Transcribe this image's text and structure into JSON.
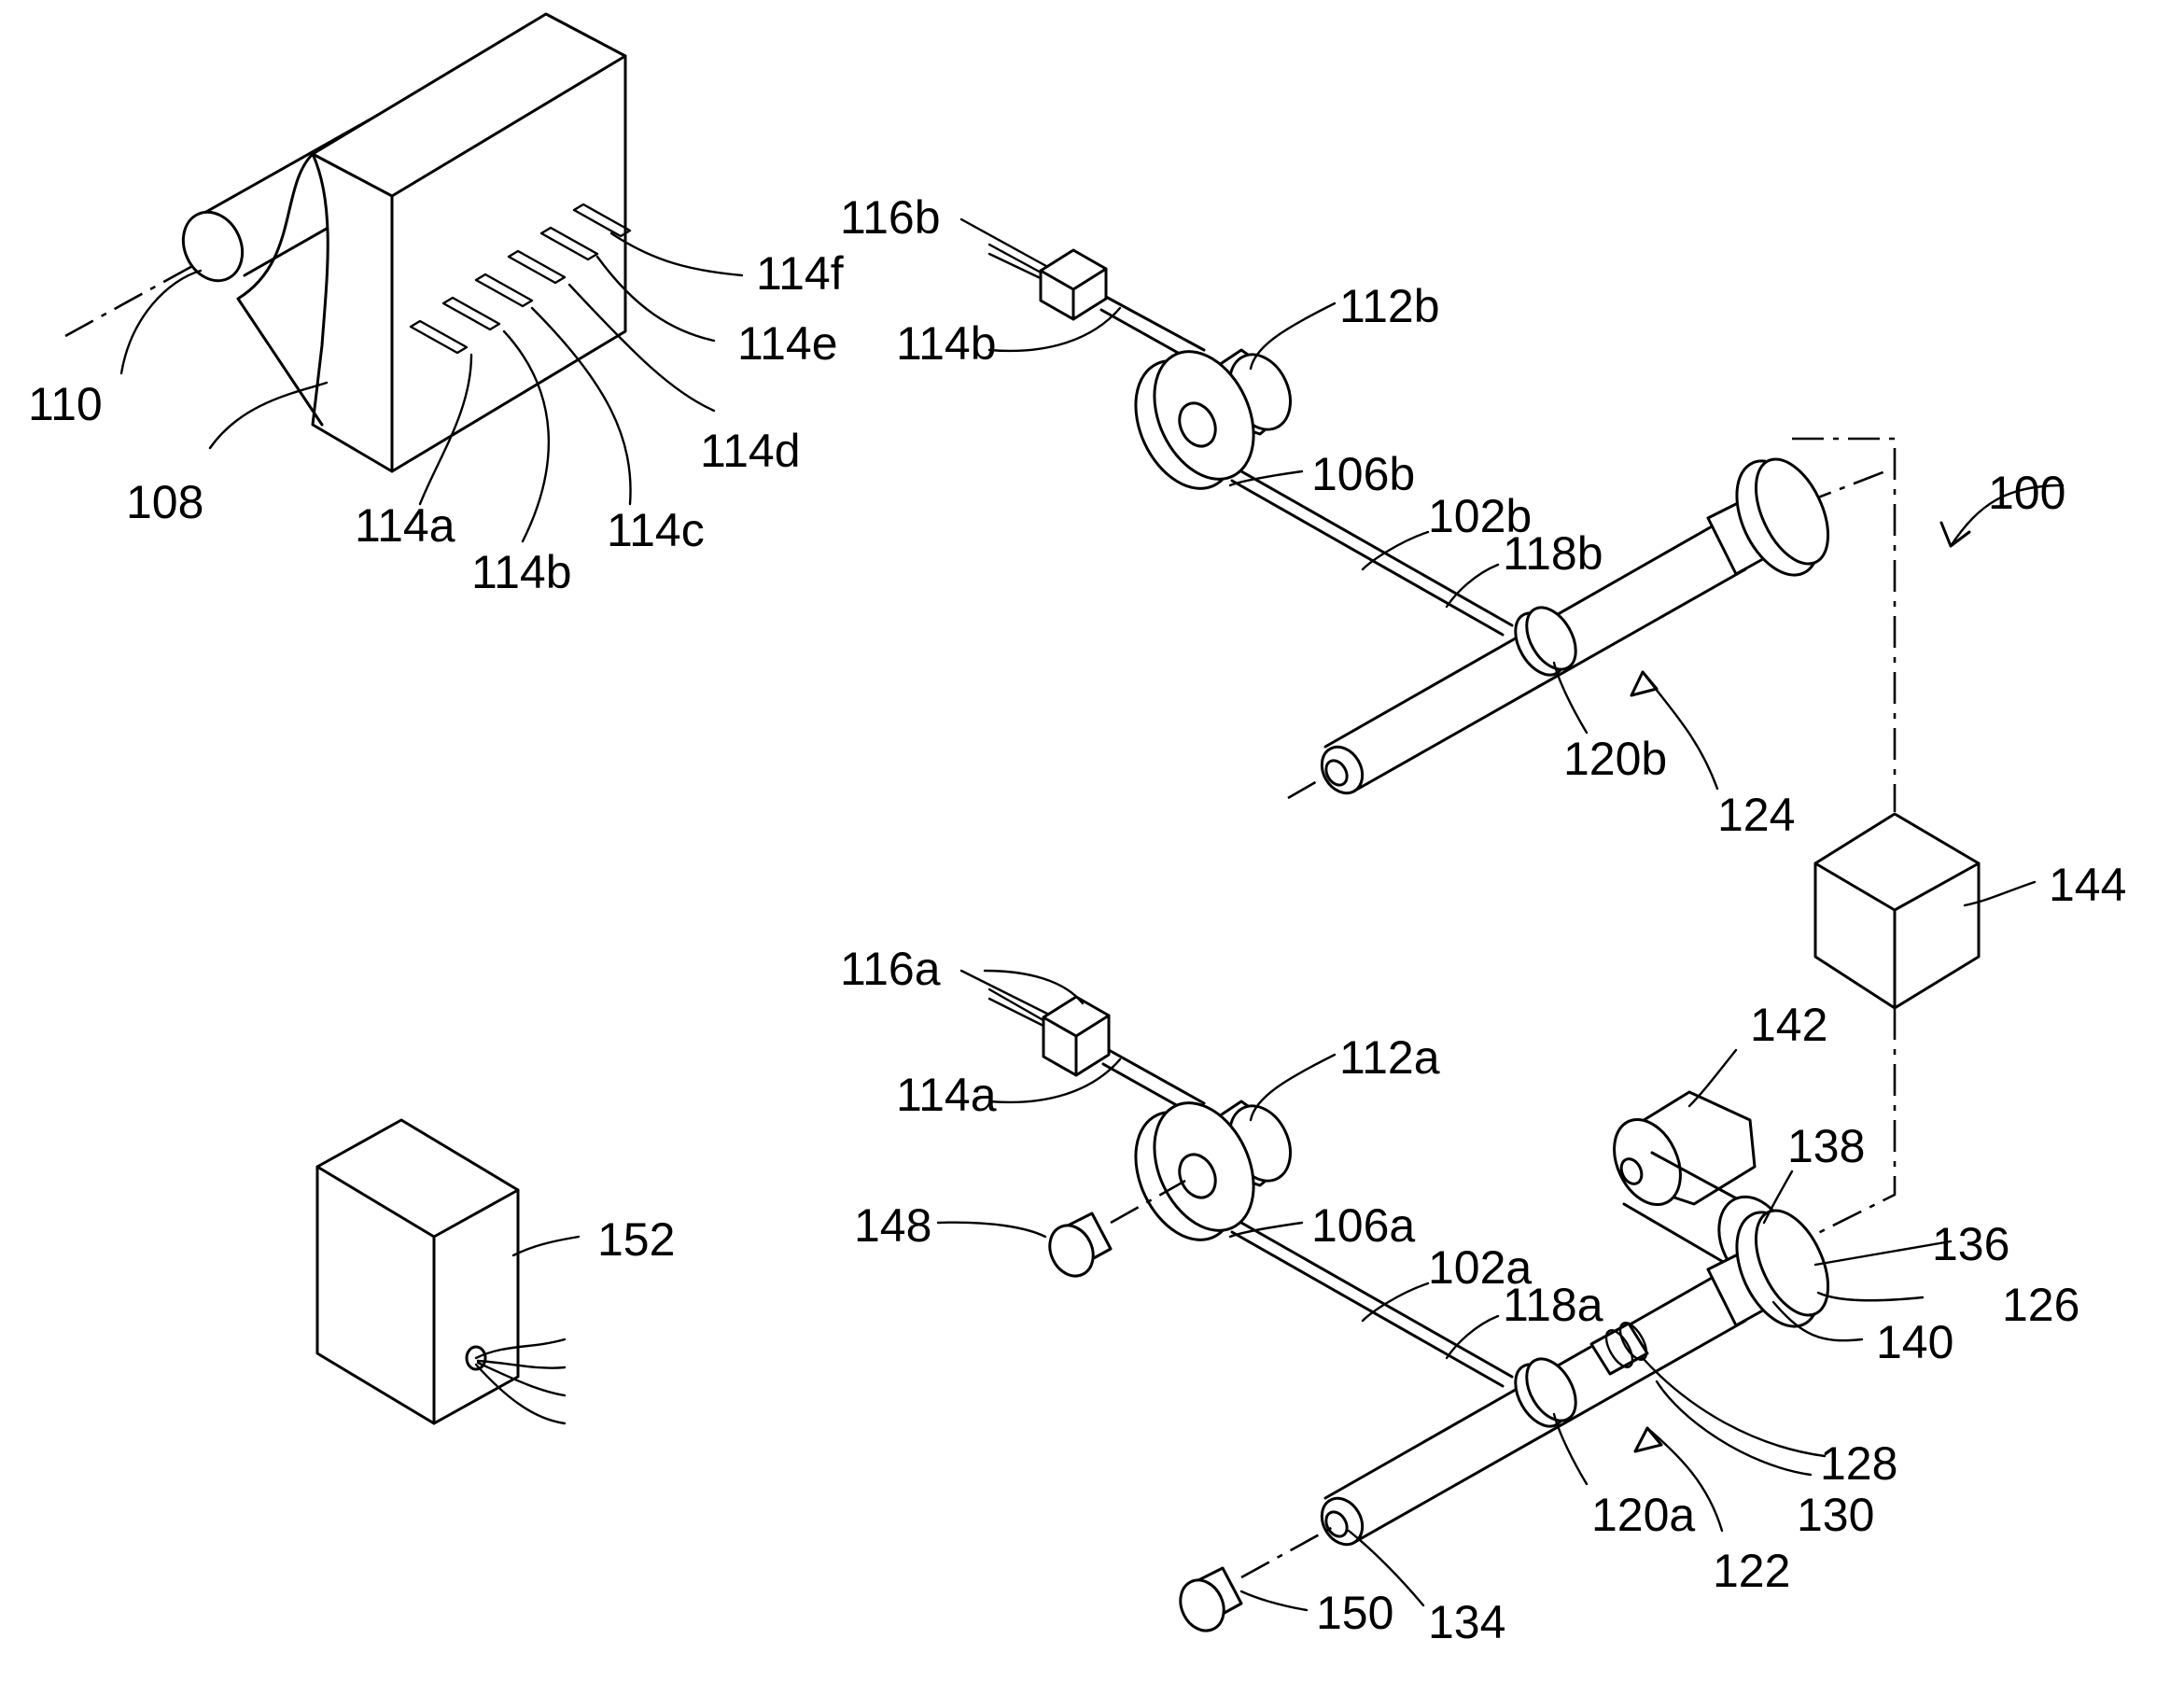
{
  "labels": {
    "l100": "100",
    "l102a": "102a",
    "l102b": "102b",
    "l106a": "106a",
    "l106b": "106b",
    "l108": "108",
    "l110": "110",
    "l112a": "112a",
    "l112b": "112b",
    "l114a_sensor": "114a",
    "l114b_sensor": "114b",
    "l114c": "114c",
    "l114d": "114d",
    "l114e": "114e",
    "l114f": "114f",
    "l114a_wire": "114a",
    "l114b_wire": "114b",
    "l116a": "116a",
    "l116b": "116b",
    "l118a": "118a",
    "l118b": "118b",
    "l120a": "120a",
    "l120b": "120b",
    "l122": "122",
    "l124": "124",
    "l126": "126",
    "l128": "128",
    "l130": "130",
    "l134": "134",
    "l136": "136",
    "l138": "138",
    "l140": "140",
    "l142": "142",
    "l144": "144",
    "l148": "148",
    "l150": "150",
    "l152": "152"
  }
}
